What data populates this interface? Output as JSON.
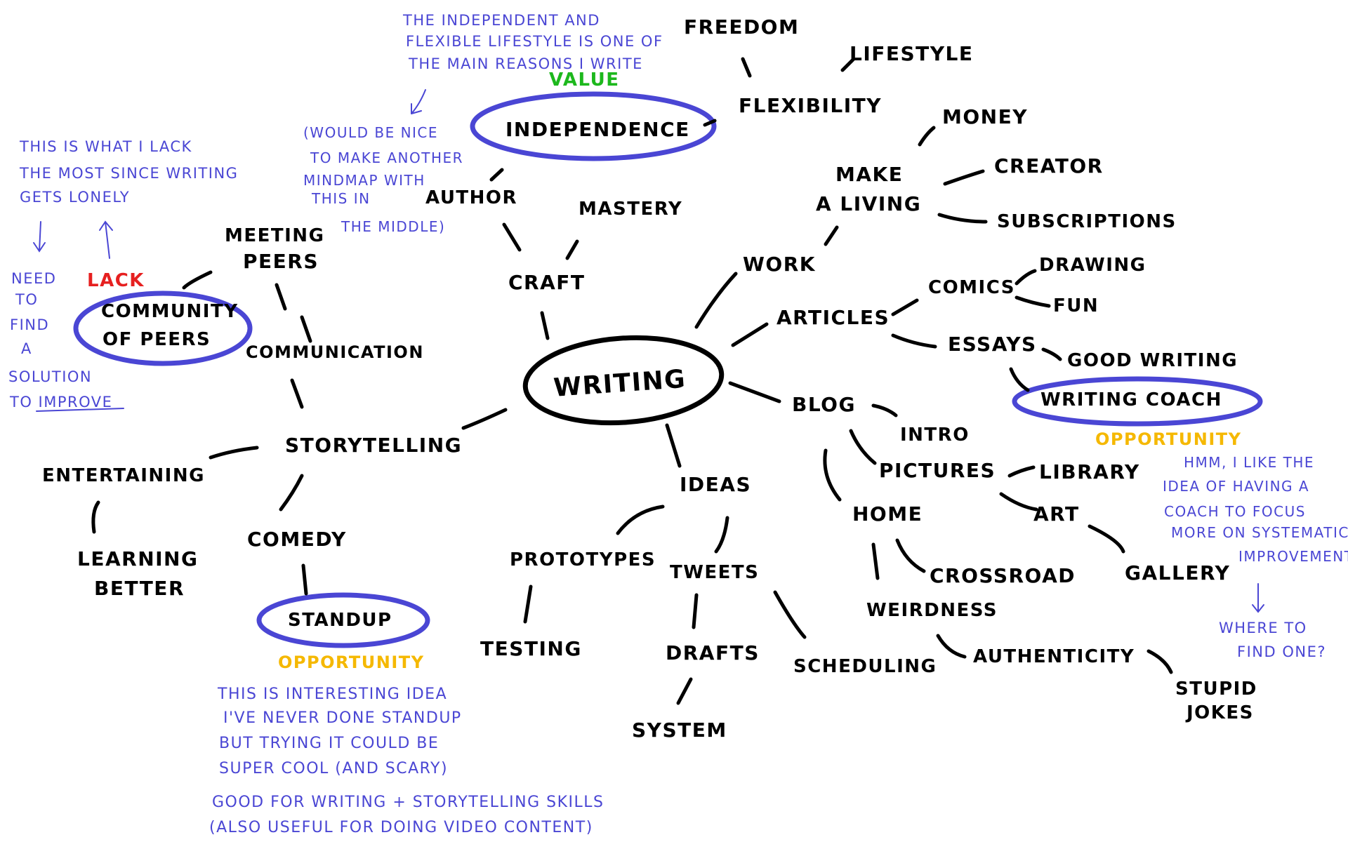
{
  "colors": {
    "ink": "#000000",
    "note": "#4a46d4",
    "highlight": "#4a46d4",
    "value": "#1db81d",
    "lack": "#e62020",
    "opportunity": "#f5b800"
  },
  "nodes": {
    "writing": "WRITING",
    "craft": "CRAFT",
    "author": "AUTHOR",
    "mastery": "MASTERY",
    "independence": "INDEPENDENCE",
    "flexibility": "FLEXIBILITY",
    "freedom": "FREEDOM",
    "lifestyle": "LIFESTYLE",
    "work": "WORK",
    "make_a_living_1": "MAKE",
    "make_a_living_2": "A LIVING",
    "money": "MONEY",
    "creator": "CREATOR",
    "subscriptions": "SUBSCRIPTIONS",
    "articles": "ARTICLES",
    "comics": "COMICS",
    "drawing": "DRAWING",
    "fun": "FUN",
    "essays": "ESSAYS",
    "good_writing": "GOOD WRITING",
    "writing_coach": "WRITING COACH",
    "blog": "BLOG",
    "intro": "INTRO",
    "pictures": "PICTURES",
    "library": "LIBRARY",
    "art": "ART",
    "gallery": "GALLERY",
    "home": "HOME",
    "crossroad": "CROSSROAD",
    "weirdness": "WEIRDNESS",
    "authenticity": "AUTHENTICITY",
    "stupid_jokes_1": "STUPID",
    "stupid_jokes_2": "JOKES",
    "ideas": "IDEAS",
    "prototypes": "PROTOTYPES",
    "testing": "TESTING",
    "tweets": "TWEETS",
    "drafts": "DRAFTS",
    "system": "SYSTEM",
    "scheduling": "SCHEDULING",
    "storytelling": "STORYTELLING",
    "communication": "COMMUNICATION",
    "meeting_peers_1": "MEETING",
    "meeting_peers_2": "PEERS",
    "community_1": "COMMUNITY",
    "community_2": "OF PEERS",
    "entertaining": "ENTERTAINING",
    "learning_1": "LEARNING",
    "learning_2": "BETTER",
    "comedy": "COMEDY",
    "standup": "STANDUP"
  },
  "tags": {
    "value": "VALUE",
    "lack": "LACK",
    "opportunity_standup": "OPPORTUNITY",
    "opportunity_coach": "OPPORTUNITY"
  },
  "notes": {
    "independence_note": [
      "THE INDEPENDENT AND",
      "FLEXIBLE LIFESTYLE IS ONE OF",
      "THE MAIN REASONS I WRITE"
    ],
    "mindmap_note": [
      "(WOULD BE NICE",
      "TO MAKE ANOTHER",
      "MINDMAP WITH",
      "THIS IN",
      "THE MIDDLE)"
    ],
    "lack_note": [
      "THIS IS WHAT I LACK",
      "THE MOST SINCE WRITING",
      "GETS LONELY"
    ],
    "solution_note": [
      "NEED",
      "TO",
      "FIND",
      "A",
      "SOLUTION",
      "TO IMPROVE"
    ],
    "standup_note": [
      "THIS IS INTERESTING IDEA",
      "I'VE NEVER DONE STANDUP",
      "BUT TRYING IT COULD BE",
      "SUPER COOL (AND SCARY)"
    ],
    "standup_note_2": [
      "GOOD FOR WRITING + STORYTELLING SKILLS",
      "(ALSO USEFUL FOR DOING VIDEO CONTENT)"
    ],
    "coach_note": [
      "HMM, I LIKE THE",
      "IDEA OF HAVING A",
      "COACH TO FOCUS",
      "MORE ON SYSTEMATIC",
      "IMPROVEMENT"
    ],
    "where_note": [
      "WHERE TO",
      "FIND ONE?"
    ]
  }
}
